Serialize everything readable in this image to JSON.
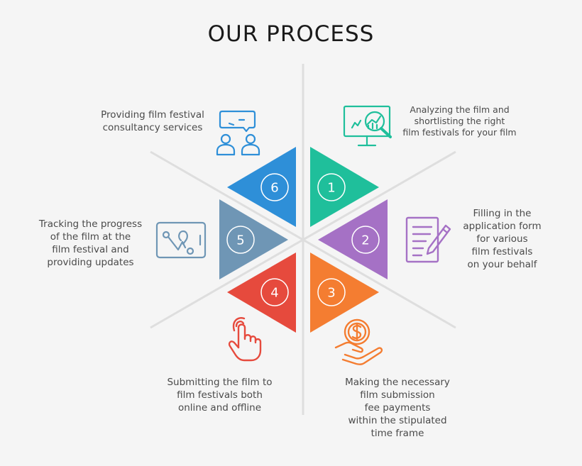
{
  "title": "OUR PROCESS",
  "steps": [
    {
      "number": "1",
      "color": "#1fbf9b",
      "icon": "monitor-analytics-icon",
      "text": "Analyzing the film and\nshortlisting the right\nfilm festivals for your film"
    },
    {
      "number": "2",
      "color": "#a571c5",
      "icon": "form-pencil-icon",
      "text": "Filling in the\napplication form\nfor various\nfilm festivals\non your behalf"
    },
    {
      "number": "3",
      "color": "#f47d31",
      "icon": "hand-coin-icon",
      "text": "Making the necessary\nfilm submission\nfee payments\nwithin the stipulated\ntime frame"
    },
    {
      "number": "4",
      "color": "#e64a3d",
      "icon": "tap-hand-icon",
      "text": "Submitting the film to\nfilm festivals both\nonline and offline"
    },
    {
      "number": "5",
      "color": "#6f96b5",
      "icon": "tablet-tracking-icon",
      "text": "Tracking the progress\nof the film at the\nfilm festival and\nproviding updates"
    },
    {
      "number": "6",
      "color": "#2e8fd8",
      "icon": "consultation-people-icon",
      "text": "Providing film festival\nconsultancy services"
    }
  ]
}
